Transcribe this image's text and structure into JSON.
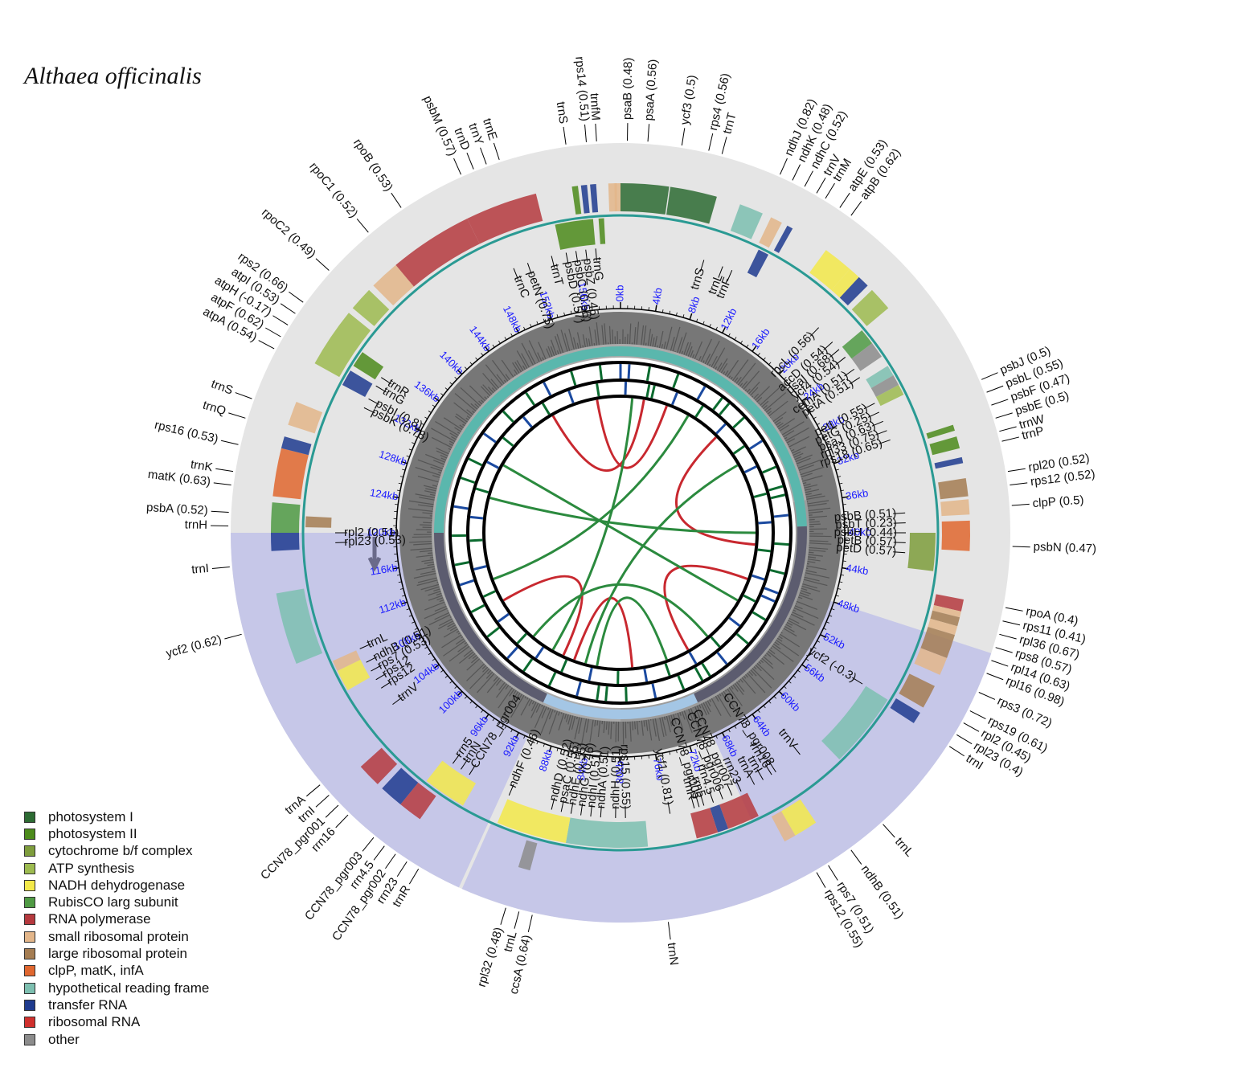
{
  "title": "Althaea officinalis",
  "legend": [
    {
      "label": "photosystem I",
      "color": "#2d6b33"
    },
    {
      "label": "photosystem II",
      "color": "#4c8b1b"
    },
    {
      "label": "cytochrome b/f complex",
      "color": "#7e9d3c"
    },
    {
      "label": "ATP synthesis",
      "color": "#9dbb50"
    },
    {
      "label": "NADH dehydrogenase",
      "color": "#f3e94a"
    },
    {
      "label": "RubisCO larg subunit",
      "color": "#4f9a44"
    },
    {
      "label": "RNA polymerase",
      "color": "#b5393e"
    },
    {
      "label": "small ribosomal protein",
      "color": "#e3b68a"
    },
    {
      "label": "large ribosomal protein",
      "color": "#a57d52"
    },
    {
      "label": "clpP, matK, infA",
      "color": "#e0672f"
    },
    {
      "label": "hypothetical reading frame",
      "color": "#7dbfb0"
    },
    {
      "label": "transfer RNA",
      "color": "#1f3b8f"
    },
    {
      "label": "ribosomal RNA",
      "color": "#d0302d"
    },
    {
      "label": "other",
      "color": "#8c8c8c"
    }
  ],
  "kb_ticks": [
    "0kb",
    "4kb",
    "8kb",
    "12kb",
    "16kb",
    "20kb",
    "24kb",
    "28kb",
    "32kb",
    "36kb",
    "40kb",
    "44kb",
    "48kb",
    "52kb",
    "56kb",
    "60kb",
    "64kb",
    "68kb",
    "72kb",
    "76kb",
    "80kb",
    "84kb",
    "88kb",
    "92kb",
    "96kb",
    "100kb",
    "104kb",
    "108kb",
    "112kb",
    "116kb",
    "120kb",
    "124kb",
    "128kb",
    "132kb",
    "136kb",
    "140kb",
    "144kb",
    "148kb",
    "152kb",
    "156kb"
  ],
  "gene_labels": [
    {
      "text": "rps14 (0.51)",
      "deg": -5
    },
    {
      "text": "trnfM",
      "deg": -3.5
    },
    {
      "text": "psaB (0.48)",
      "deg": 1
    },
    {
      "text": "psaA (0.56)",
      "deg": 4
    },
    {
      "text": "ycf3 (0.5)",
      "deg": 9
    },
    {
      "text": "rps4 (0.56)",
      "deg": 13
    },
    {
      "text": "trnT",
      "deg": 15
    },
    {
      "text": "ndhJ (0.82)",
      "deg": 24
    },
    {
      "text": "ndhK (0.48)",
      "deg": 26
    },
    {
      "text": "ndhC (0.52)",
      "deg": 28
    },
    {
      "text": "trnV",
      "deg": 30
    },
    {
      "text": "trnM",
      "deg": 31.5
    },
    {
      "text": "atpE (0.53)",
      "deg": 34
    },
    {
      "text": "atpB (0.62)",
      "deg": 36
    },
    {
      "text": "psbJ (0.5)",
      "deg": 67
    },
    {
      "text": "psbL (0.55)",
      "deg": 69
    },
    {
      "text": "psbF (0.47)",
      "deg": 71
    },
    {
      "text": "psbE (0.5)",
      "deg": 73
    },
    {
      "text": "trnW",
      "deg": 75
    },
    {
      "text": "trnP",
      "deg": 76.5
    },
    {
      "text": "rpl20 (0.52)",
      "deg": 81
    },
    {
      "text": "rps12 (0.52)",
      "deg": 83
    },
    {
      "text": "clpP (0.5)",
      "deg": 86
    },
    {
      "text": "psbN (0.47)",
      "deg": 92
    },
    {
      "text": "rpoA (0.4)",
      "deg": 101
    },
    {
      "text": "rps11 (0.41)",
      "deg": 103
    },
    {
      "text": "rpl36 (0.67)",
      "deg": 105
    },
    {
      "text": "rps8 (0.57)",
      "deg": 107
    },
    {
      "text": "rpl14 (0.63)",
      "deg": 109
    },
    {
      "text": "rpl16 (0.98)",
      "deg": 111
    },
    {
      "text": "rps3 (0.72)",
      "deg": 114
    },
    {
      "text": "rps19 (0.61)",
      "deg": 117
    },
    {
      "text": "rpl2 (0.45)",
      "deg": 119
    },
    {
      "text": "rpl23 (0.4)",
      "deg": 121
    },
    {
      "text": "trnI",
      "deg": 123
    },
    {
      "text": "trnL",
      "deg": 138
    },
    {
      "text": "ndhB (0.51)",
      "deg": 144
    },
    {
      "text": "rps7 (0.51)",
      "deg": 148
    },
    {
      "text": "rps12 (0.55)",
      "deg": 150
    },
    {
      "text": "trnN",
      "deg": 173
    },
    {
      "text": "ccsA (0.64)",
      "deg": 193
    },
    {
      "text": "trnL",
      "deg": 195
    },
    {
      "text": "rpl32 (0.48)",
      "deg": 197
    },
    {
      "text": "rrn16",
      "deg": 224
    },
    {
      "text": "CCN78_pgr001",
      "deg": 226
    },
    {
      "text": "trnI",
      "deg": 228
    },
    {
      "text": "trnA",
      "deg": 230
    },
    {
      "text": "rrn23",
      "deg": 213
    },
    {
      "text": "CCN78_pgr002",
      "deg": 215
    },
    {
      "text": "rrn4.5",
      "deg": 217
    },
    {
      "text": "CCN78_pgr003",
      "deg": 219
    },
    {
      "text": "trnR",
      "deg": 211
    },
    {
      "text": "ycf2 (0.62)",
      "deg": 255
    },
    {
      "text": "trnI",
      "deg": 265
    },
    {
      "text": "trnH",
      "deg": 271
    },
    {
      "text": "psbA (0.52)",
      "deg": 273
    },
    {
      "text": "matK (0.63)",
      "deg": 277
    },
    {
      "text": "trnK",
      "deg": 279
    },
    {
      "text": "rps16 (0.53)",
      "deg": 283
    },
    {
      "text": "trnQ",
      "deg": 287
    },
    {
      "text": "trnS",
      "deg": 290
    },
    {
      "text": "atpA (0.54)",
      "deg": 298
    },
    {
      "text": "atpF (0.62)",
      "deg": 300
    },
    {
      "text": "atpH (-0.17)",
      "deg": 302
    },
    {
      "text": "atpI (0.53)",
      "deg": 304
    },
    {
      "text": "rps2 (0.66)",
      "deg": 306
    },
    {
      "text": "rpoC2 (0.49)",
      "deg": 312
    },
    {
      "text": "rpoC1 (0.52)",
      "deg": 320
    },
    {
      "text": "rpoB (0.53)",
      "deg": 326
    },
    {
      "text": "psbM (0.57)",
      "deg": 336
    },
    {
      "text": "trnD",
      "deg": 338
    },
    {
      "text": "trnY",
      "deg": 340
    },
    {
      "text": "trnE",
      "deg": 342
    },
    {
      "text": "trnS",
      "deg": 352
    }
  ],
  "inner_labels": [
    {
      "text": "trnC",
      "deg": 338
    },
    {
      "text": "petN (0.75)",
      "deg": 341
    },
    {
      "text": "trnT",
      "deg": 346
    },
    {
      "text": "psbD (0.57)",
      "deg": 349
    },
    {
      "text": "psbC (0.56)",
      "deg": 351
    },
    {
      "text": "psbZ (0.45)",
      "deg": 353
    },
    {
      "text": "trnG",
      "deg": 355
    },
    {
      "text": "trnS",
      "deg": 17
    },
    {
      "text": "trnL",
      "deg": 21
    },
    {
      "text": "trnF",
      "deg": 23
    },
    {
      "text": "rbcL (0.56)",
      "deg": 44
    },
    {
      "text": "accD (0.54)",
      "deg": 48
    },
    {
      "text": "psaI (0.68)",
      "deg": 50
    },
    {
      "text": "ycf4 (0.54)",
      "deg": 52
    },
    {
      "text": "cemA (0.51)",
      "deg": 55
    },
    {
      "text": "petA (0.51)",
      "deg": 57
    },
    {
      "text": "petL (0.55)",
      "deg": 63
    },
    {
      "text": "petG (0.25)",
      "deg": 65
    },
    {
      "text": "psaJ (0.63)",
      "deg": 67
    },
    {
      "text": "rpl33 (0.75)",
      "deg": 69
    },
    {
      "text": "rps18 (0.65)",
      "deg": 71
    },
    {
      "text": "psbB (0.51)",
      "deg": 86
    },
    {
      "text": "psbT (0.23)",
      "deg": 88
    },
    {
      "text": "psbH (0.44)",
      "deg": 90
    },
    {
      "text": "petB (0.57)",
      "deg": 92
    },
    {
      "text": "petD (0.57)",
      "deg": 94
    },
    {
      "text": "ycf2 (-0.3)",
      "deg": 122
    },
    {
      "text": "trnV",
      "deg": 141
    },
    {
      "text": "CCN78_pgr008",
      "deg": 147
    },
    {
      "text": "trnI",
      "deg": 150
    },
    {
      "text": "trnA",
      "deg": 152
    },
    {
      "text": "rrn16",
      "deg": 148
    },
    {
      "text": "rrn23",
      "deg": 155
    },
    {
      "text": "CCN78_pgr007",
      "deg": 157
    },
    {
      "text": "CCN78_pgr006",
      "deg": 159
    },
    {
      "text": "rrn4.5",
      "deg": 161
    },
    {
      "text": "rrn5",
      "deg": 163
    },
    {
      "text": "CCN78_pgr005",
      "deg": 164
    },
    {
      "text": "trnR",
      "deg": 165
    },
    {
      "text": "ycf1 (0.81)",
      "deg": 170
    },
    {
      "text": "rps15 (0.55)",
      "deg": 179
    },
    {
      "text": "ndhH (0.51)",
      "deg": 181
    },
    {
      "text": "ndhA (0.51)",
      "deg": 184
    },
    {
      "text": "ndhI (0.51)",
      "deg": 186
    },
    {
      "text": "ndhG (0.46)",
      "deg": 188
    },
    {
      "text": "ndhE (0.55)",
      "deg": 190
    },
    {
      "text": "psaC (0.55)",
      "deg": 192
    },
    {
      "text": "ndhD (0.52)",
      "deg": 194
    },
    {
      "text": "ndhF (0.46)",
      "deg": 203
    },
    {
      "text": "trnN",
      "deg": 214
    },
    {
      "text": "CCN78_pgr004",
      "deg": 212
    },
    {
      "text": "rrn5",
      "deg": 216
    },
    {
      "text": "trnV",
      "deg": 233
    },
    {
      "text": "rps12",
      "deg": 237
    },
    {
      "text": "rps12",
      "deg": 239
    },
    {
      "text": "rps7 (0.53)",
      "deg": 241
    },
    {
      "text": "ndhB (0.51)",
      "deg": 243
    },
    {
      "text": "trnL",
      "deg": 246
    },
    {
      "text": "rpl23 (0.53)",
      "deg": 268
    },
    {
      "text": "rpl2 (0.51)",
      "deg": 270
    },
    {
      "text": "psbK (0.78)",
      "deg": 296
    },
    {
      "text": "psbI (0.8)",
      "deg": 298
    },
    {
      "text": "trnG",
      "deg": 301
    },
    {
      "text": "trnR",
      "deg": 303
    }
  ]
}
